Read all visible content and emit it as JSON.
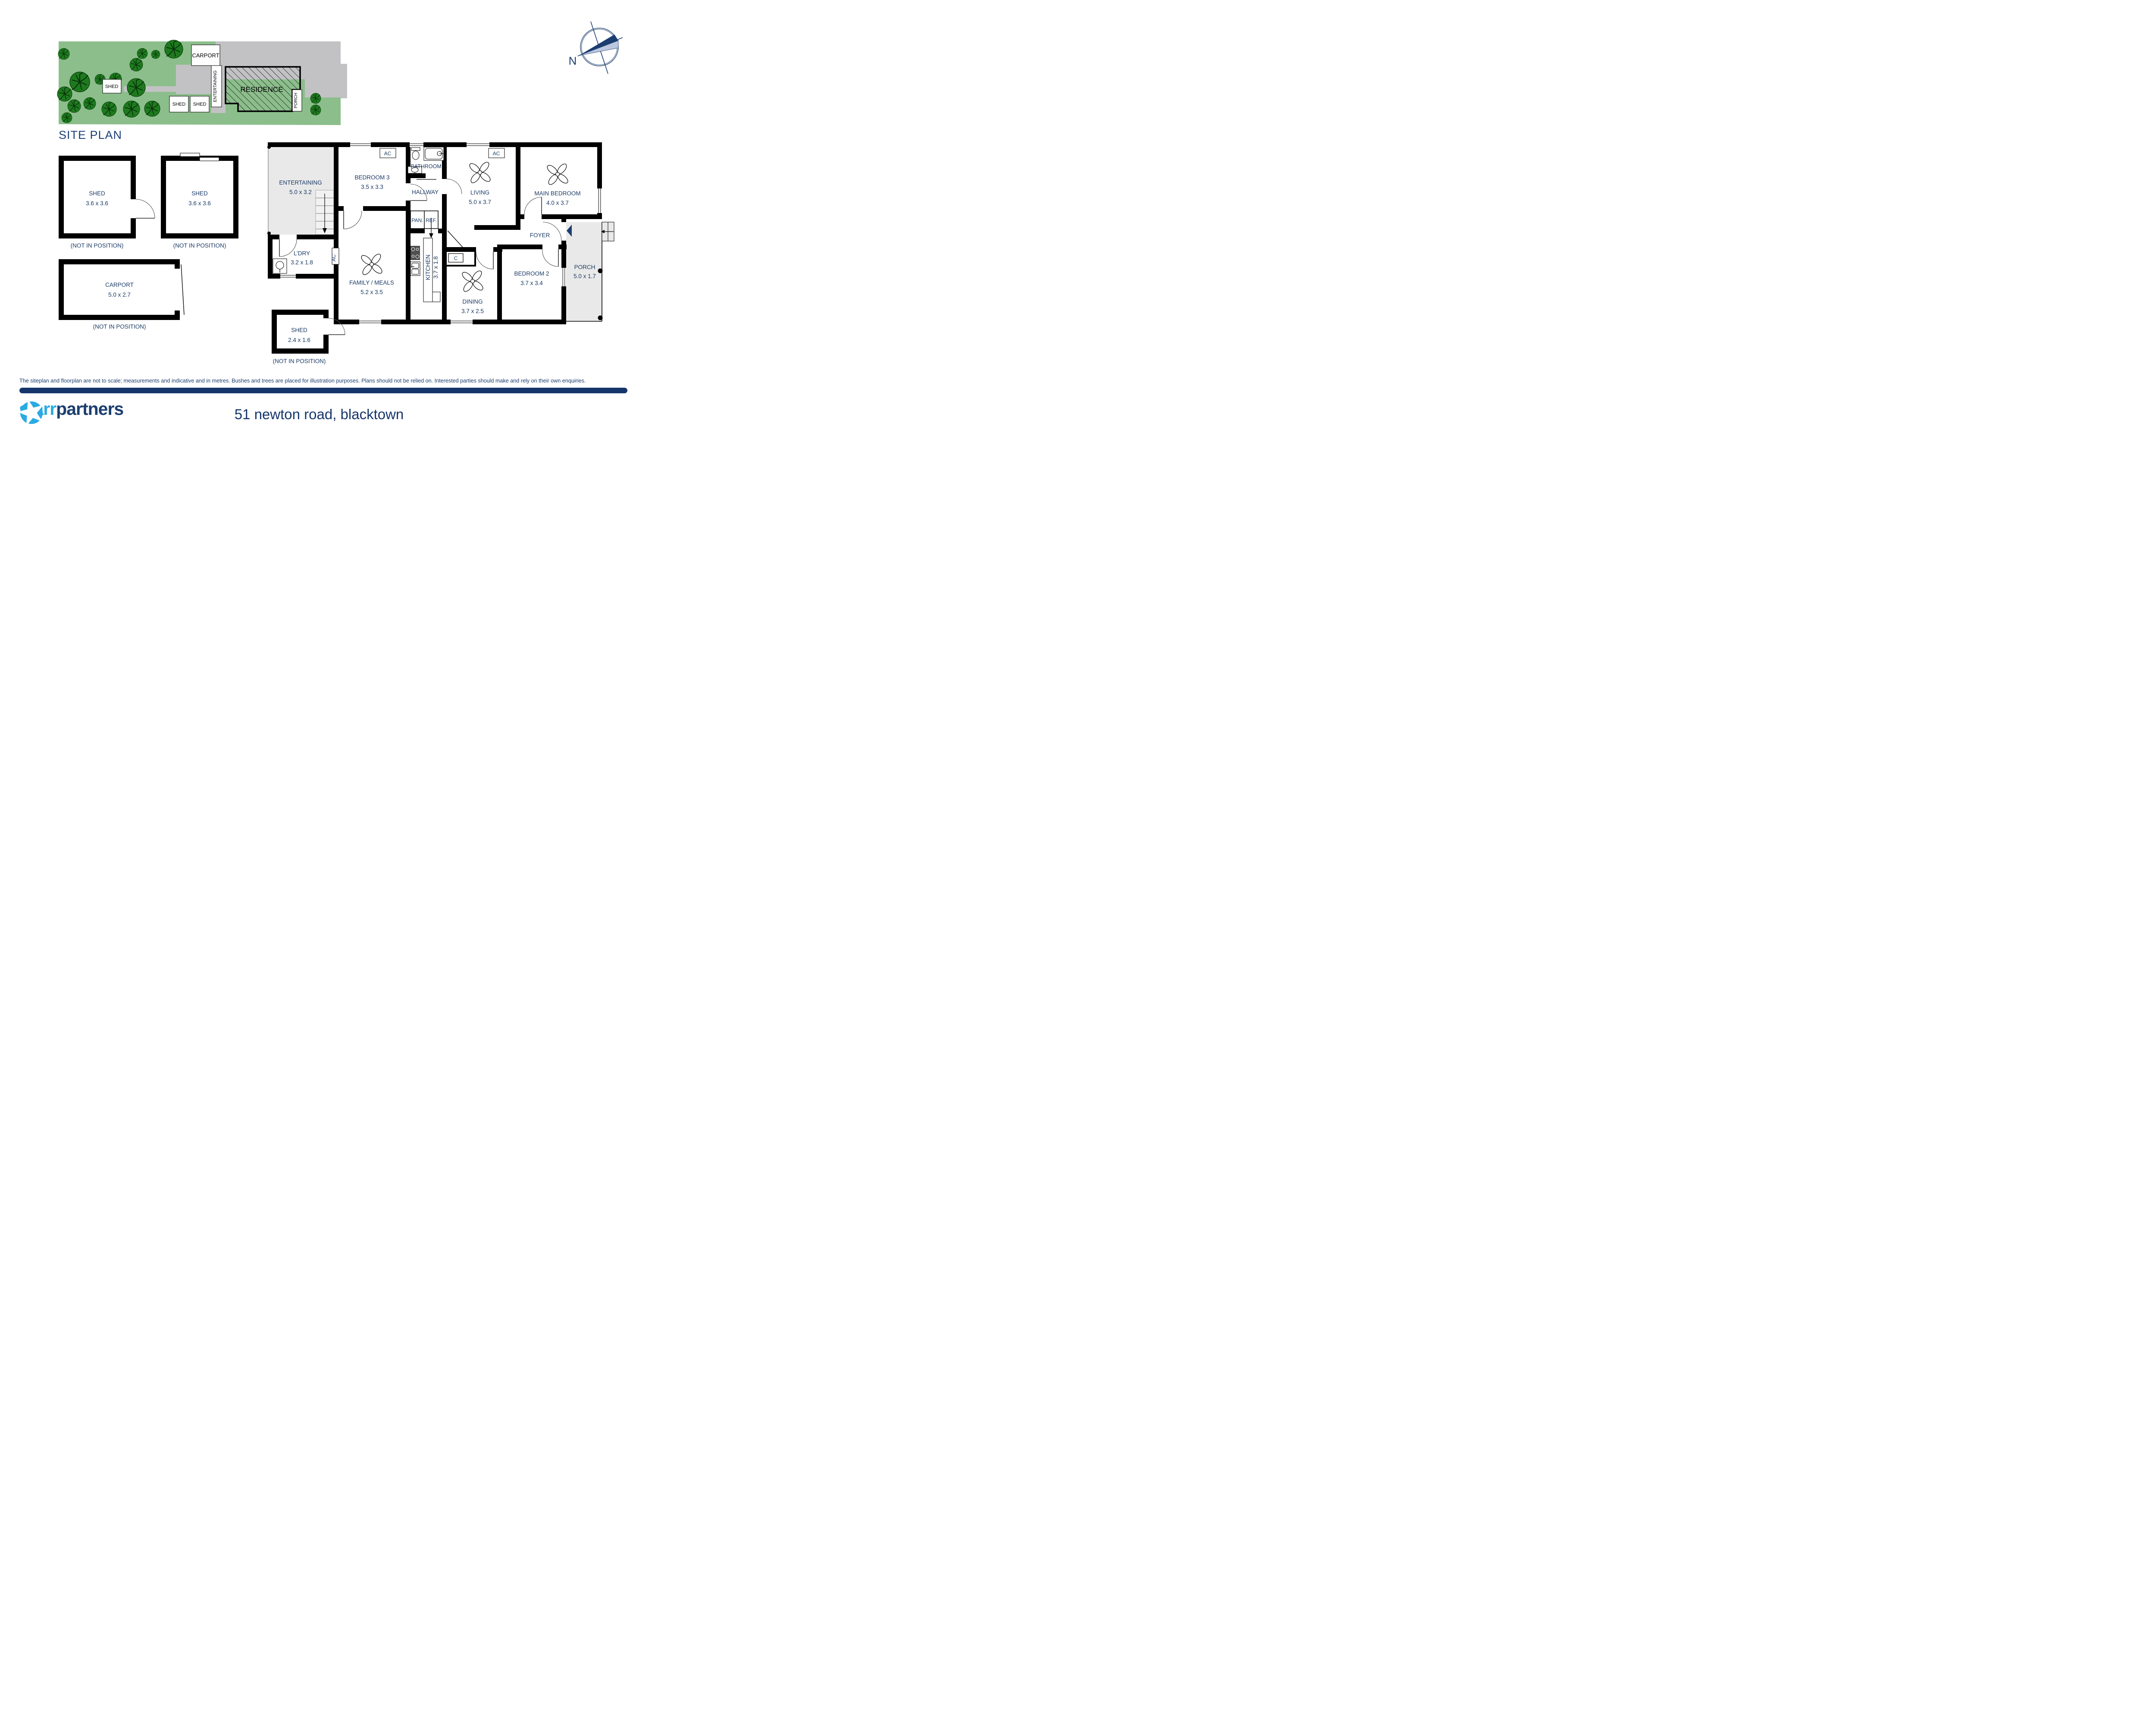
{
  "site_plan": {
    "title": "SITE PLAN",
    "carport": "CARPORT",
    "entertaining": "ENTERTAINING",
    "residence": "RESIDENCE",
    "porch": "PORCH",
    "shed_left": "SHED",
    "shed_bottom_1": "SHED",
    "shed_bottom_2": "SHED"
  },
  "compass": {
    "north": "N"
  },
  "floor_plan": {
    "ac": "AC",
    "closet": "C",
    "rooms": {
      "entertaining": {
        "name": "ENTERTAINING",
        "dims": "5.0 x 3.2"
      },
      "bedroom3": {
        "name": "BEDROOM 3",
        "dims": "3.5 x 3.3"
      },
      "bathroom": {
        "name": "BATHROOM"
      },
      "hallway": {
        "name": "HALLWAY"
      },
      "pantry": {
        "name": "PAN."
      },
      "fridge": {
        "name": "REF."
      },
      "living": {
        "name": "LIVING",
        "dims": "5.0 x 3.7"
      },
      "main_bedroom": {
        "name": "MAIN BEDROOM",
        "dims": "4.0 x 3.7"
      },
      "foyer": {
        "name": "FOYER"
      },
      "laundry": {
        "name": "L’DRY",
        "dims": "3.2 x 1.8"
      },
      "family": {
        "name": "FAMILY / MEALS",
        "dims": "5.2 x 3.5"
      },
      "kitchen": {
        "name": "KITCHEN",
        "dims": "3.7 x 1.8"
      },
      "dining": {
        "name": "DINING",
        "dims": "3.7 x 2.5"
      },
      "bedroom2": {
        "name": "BEDROOM 2",
        "dims": "3.7 x 3.4"
      },
      "porch": {
        "name": "PORCH",
        "dims": "5.0 x 1.7"
      }
    }
  },
  "external_structures": {
    "shed1": {
      "name": "SHED",
      "dims": "3.6 x 3.6",
      "note": "(NOT IN POSITION)"
    },
    "shed2": {
      "name": "SHED",
      "dims": "3.6 x 3.6",
      "note": "(NOT IN POSITION)"
    },
    "carport": {
      "name": "CARPORT",
      "dims": "5.0 x 2.7",
      "note": "(NOT IN POSITION)"
    },
    "shed3": {
      "name": "SHED",
      "dims": "2.4 x 1.6",
      "note": "(NOT IN POSITION)"
    }
  },
  "footer": {
    "disclaimer": "The siteplan and floorplan are not to scale; measurements and indicative and in metres. Bushes and trees are placed for illustration purposes. Plans should not be relied on. Interested parties should make and rely on their own enquiries.",
    "brand_starr": "starr",
    "brand_partners": "partners",
    "address": "51 newton road, blacktown"
  }
}
